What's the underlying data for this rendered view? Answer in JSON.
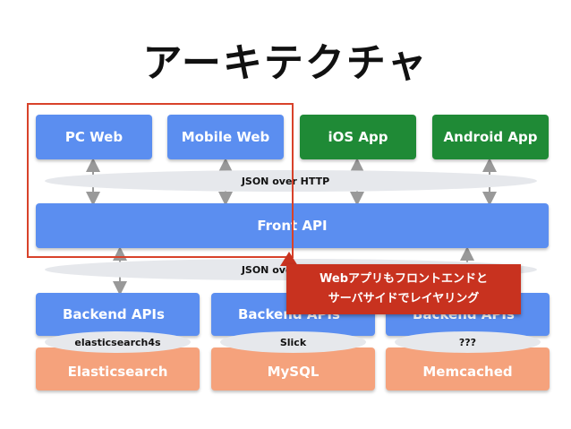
{
  "title": "アーキテクチャ",
  "clients": [
    {
      "label": "PC Web",
      "color": "#5b8ef0"
    },
    {
      "label": "Mobile Web",
      "color": "#5b8ef0"
    },
    {
      "label": "iOS App",
      "color": "#1f8a36"
    },
    {
      "label": "Android App",
      "color": "#1f8a36"
    }
  ],
  "protocols": {
    "top": "JSON over HTTP",
    "bottom": "JSON over HTTP"
  },
  "front_api": "Front API",
  "backends": [
    {
      "label": "Backend APIs",
      "library": "elasticsearch4s",
      "store": "Elasticsearch"
    },
    {
      "label": "Backend APIs",
      "library": "Slick",
      "store": "MySQL"
    },
    {
      "label": "Backend APIs",
      "library": "???",
      "store": "Memcached"
    }
  ],
  "callout": {
    "line1": "Webアプリもフロントエンドと",
    "line2": "サーバサイドでレイヤリング"
  },
  "colors": {
    "blue": "#5b8ef0",
    "green": "#1f8a36",
    "salmon": "#f5a27c",
    "callout": "#c8321f",
    "highlight": "#d8422a"
  }
}
